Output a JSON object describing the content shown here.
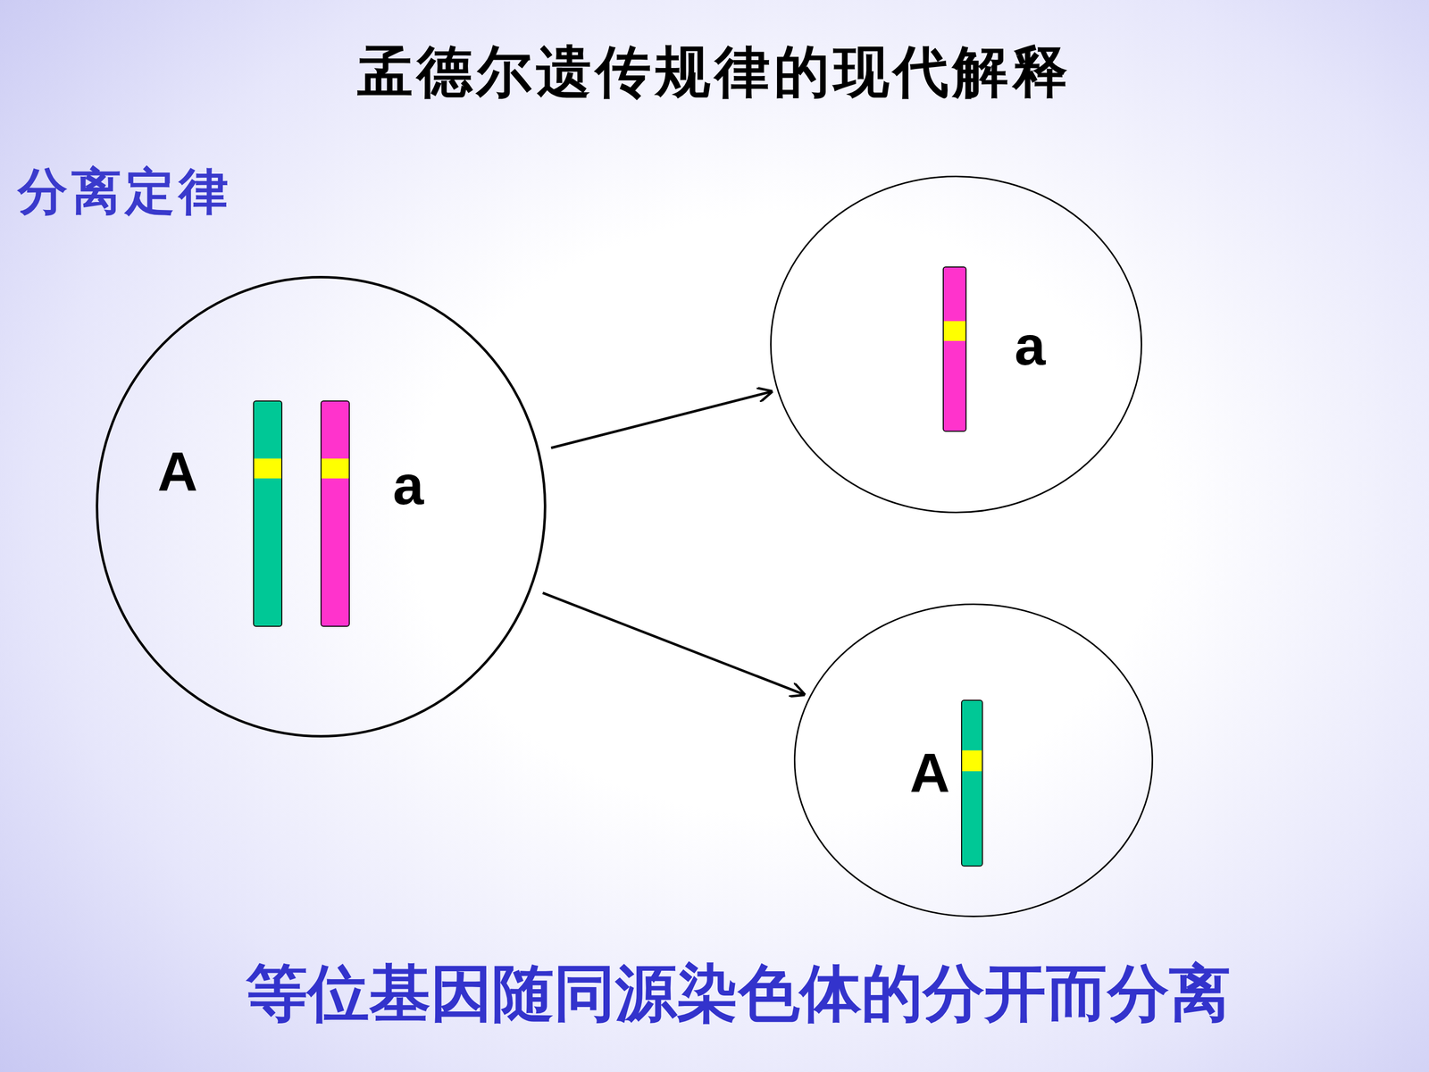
{
  "diagram": {
    "title": "孟德尔遗传规律的现代解释",
    "caption": "等位基因随同源染色体的分开而分离",
    "nodes": [
      {
        "text": [
          "A",
          "a"
        ]
      },
      {
        "text": [
          "a"
        ]
      },
      {
        "text": [
          "A"
        ]
      }
    ],
    "edges": [
      {
        "from": 0,
        "to": 1,
        "arrow": "to"
      },
      {
        "from": 0,
        "to": 2,
        "arrow": "to"
      }
    ],
    "labels": [
      "分离定律"
    ]
  }
}
